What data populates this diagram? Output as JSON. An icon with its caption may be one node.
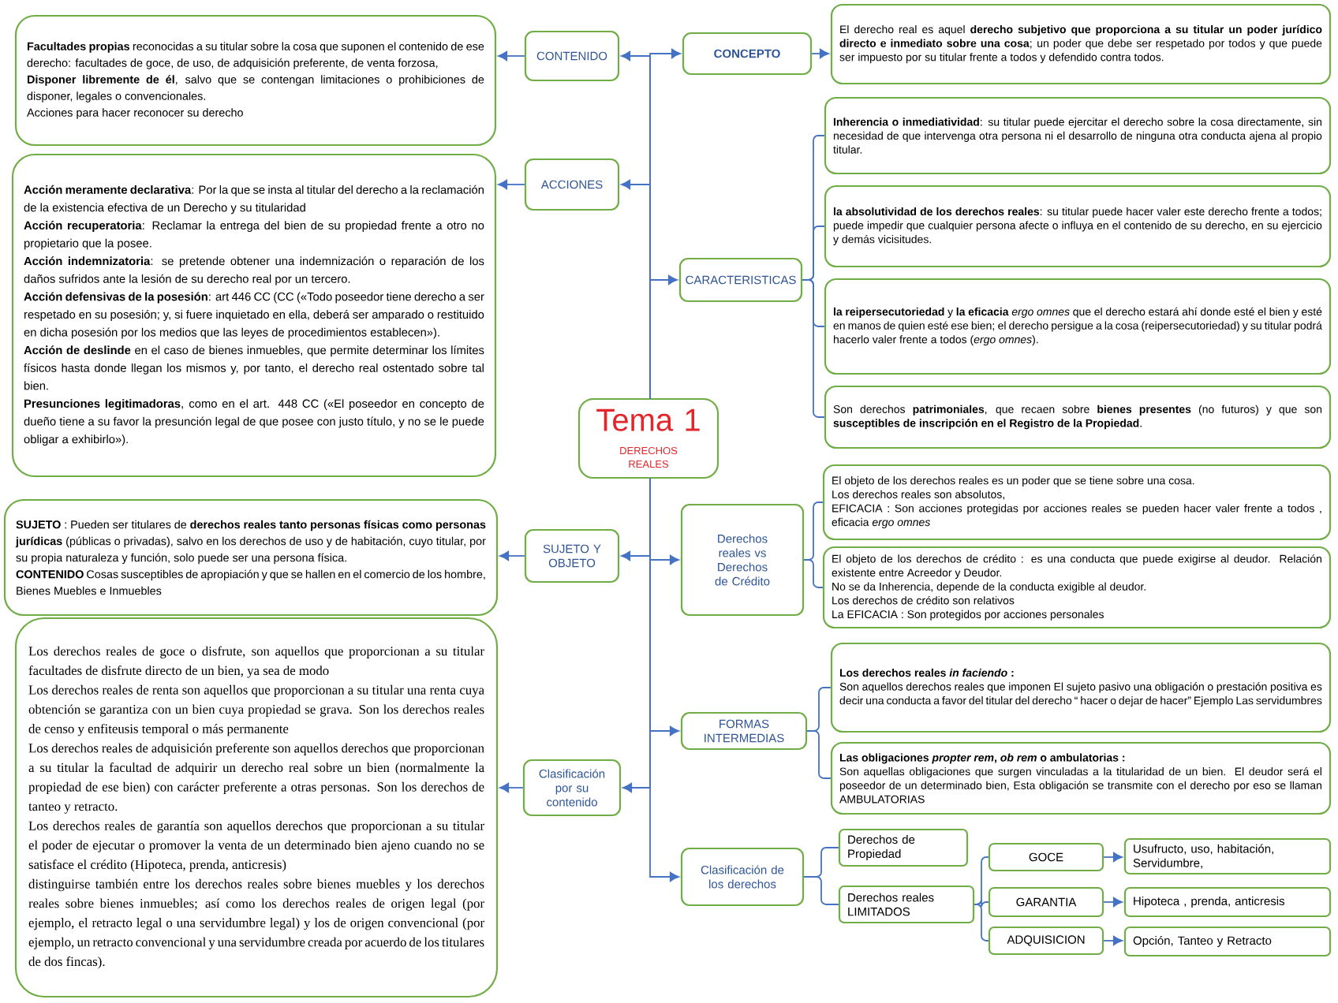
{
  "diagram": {
    "nodes": [
      {
        "text": [
          "Tema 1",
          "DERECHOS REALES"
        ]
      },
      {
        "text": [
          "CONTENIDO"
        ]
      },
      {
        "text": [
          "**Facultades propias** reconocidas a su titular sobre la cosa que suponen el contenido de ese derecho: facultades de goce, de uso, de adquisición preferente, de venta forzosa,",
          "**Disponer libremente de él**, salvo que se contengan limitaciones o prohibiciones de disponer, legales o convencionales.",
          "Acciones para hacer reconocer su derecho"
        ]
      },
      {
        "text": [
          "CONCEPTO"
        ]
      },
      {
        "text": [
          "El derecho real es aquel **derecho subjetivo que proporciona a su titular un poder jurídico directo e inmediato sobre una cosa**; un poder que debe ser respetado por todos y que puede ser impuesto por su titular frente a todos y defendido contra todos."
        ]
      },
      {
        "text": [
          "ACCIONES"
        ]
      },
      {
        "text": [
          "**Acción meramente declarativa**: Por la que se insta al titular del derecho a la reclamación de la existencia efectiva de un Derecho y su titularidad",
          "**Acción recuperatoria**: Reclamar la entrega del bien de su propiedad frente a otro no propietario que la posee.",
          "**Acción indemnizatoria**: se pretende obtener una indemnización o reparación de los daños sufridos ante la lesión de su derecho real por un tercero.",
          "**Acción defensivas de la posesión**: art 446 CC (CC («Todo poseedor tiene derecho a ser respetado en su posesión; y, si fuere inquietado en ella, deberá ser amparado o restituido en dicha posesión por los medios que las leyes de procedimientos establecen»).",
          "**Acción de deslinde** en el caso de bienes inmuebles, que permite determinar los límites físicos hasta donde llegan los mismos y, por tanto, el derecho real ostentado sobre tal bien.",
          "**Presunciones legitimadoras**, como en el art. 448 CC («El poseedor en concepto de dueño tiene a su favor la presunción legal de que posee con justo título, y no se le puede obligar a exhibirlo»)."
        ]
      },
      {
        "text": [
          "CARACTERISTICAS"
        ]
      },
      {
        "text": [
          "**Inherencia o inmediatividad**: su titular puede ejercitar el derecho sobre la cosa directamente, sin necesidad de que intervenga otra persona ni el desarrollo de ninguna otra conducta ajena al propio titular."
        ]
      },
      {
        "text": [
          "**la absolutividad de los derechos reales**: su titular puede hacer valer este derecho frente a todos; puede impedir que cualquier persona afecte o influya en el contenido de su derecho, en su ejercicio y demás vicisitudes."
        ]
      },
      {
        "text": [
          "**la reipersecutoriedad** y **la eficacia** *ergo omnes* que el derecho estará ahí donde esté el bien y esté en manos de quien esté ese bien; el derecho persigue a la cosa (reipersecutoriedad) y su titular podrá hacerlo valer frente a todos (*ergo omnes*)."
        ]
      },
      {
        "text": [
          "Son derechos **patrimoniales**, que recaen sobre **bienes presentes** (no futuros) y que son **susceptibles de inscripción en el Registro de la Propiedad**."
        ]
      },
      {
        "text": [
          "SUJETO Y OBJETO"
        ]
      },
      {
        "text": [
          "**SUJETO** : Pueden ser titulares de **derechos reales tanto personas físicas como personas jurídicas** (públicas o privadas), salvo en los derechos de uso y de habitación, cuyo titular, por su propia naturaleza y función, solo puede ser una persona física.",
          "**CONTENIDO** Cosas susceptibles de apropiación y que se hallen en el comercio de los hombre, Bienes Muebles e Inmuebles"
        ]
      },
      {
        "text": [
          "Derechos reales vs Derechos de Crédito"
        ]
      },
      {
        "text": [
          "El objeto de los derechos reales es un poder que se tiene sobre una cosa.",
          "Los derechos reales son absolutos,",
          "EFICACIA : Son acciones protegidas por acciones reales se pueden hacer valer frente a todos , eficacia *ergo omnes*"
        ]
      },
      {
        "text": [
          "El objeto de los derechos de crédito : es una conducta que puede exigirse al deudor. Relación existente entre Acreedor y Deudor.",
          "No se da Inherencia, depende de la conducta exigible al deudor.",
          "Los derechos de crédito son relativos",
          "La EFICACIA : Son protegidos por acciones personales"
        ]
      },
      {
        "text": [
          "FORMAS INTERMEDIAS"
        ]
      },
      {
        "text": [
          "Los derechos reales *in faciendo* :",
          "Son aquellos derechos reales que imponen El sujeto pasivo una obligación o prestación positiva es decir una conducta a favor del titular del derecho “ hacer o dejar de hacer” Ejemplo Las servidumbres"
        ]
      },
      {
        "text": [
          "Las obligaciones *propter rem*, *ob rem* o ambulatorias :",
          "Son aquellas obligaciones que surgen vinculadas a la titularidad de un bien. El deudor será el poseedor de un determinado bien, Esta obligación se transmite con el derecho por eso se llaman AMBULATORIAS"
        ]
      },
      {
        "text": [
          "Clasificación por su contenido"
        ]
      },
      {
        "text": [
          "Los derechos reales de goce o disfrute, son aquellos que proporcionan a su titular facultades de disfrute directo de un bien, ya sea de modo",
          "Los derechos reales de renta son aquellos que proporcionan a su titular una renta cuya obtención se garantiza con un bien cuya propiedad se grava. Son los derechos reales de censo y enfiteusis temporal o más permanente",
          "Los derechos reales de adquisición preferente son aquellos derechos que proporcionan a su titular la facultad de adquirir un derecho real sobre un bien (normalmente la propiedad de ese bien) con carácter preferente a otras personas. Son los derechos de tanteo y retracto.",
          "Los derechos reales de garantía son aquellos derechos que proporcionan a su titular el poder de ejecutar o promover la venta de un determinado bien ajeno cuando no se satisface el crédito (Hipoteca, prenda, anticresis)",
          "distinguirse también entre los derechos reales sobre bienes muebles y los derechos reales sobre bienes inmuebles; así como los derechos reales de origen legal (por ejemplo, el retracto legal o una servidumbre legal) y los de origen convencional (por ejemplo, un retracto convencional y una servidumbre creada por acuerdo de los titulares de dos fincas)."
        ]
      },
      {
        "text": [
          "Clasificación de los derechos"
        ]
      },
      {
        "text": [
          "Derechos de Propiedad"
        ]
      },
      {
        "text": [
          "Derechos reales LIMITADOS"
        ]
      },
      {
        "text": [
          "GOCE"
        ]
      },
      {
        "text": [
          "Usufructo, uso, habitación, Servidumbre,"
        ]
      },
      {
        "text": [
          "GARANTIA"
        ]
      },
      {
        "text": [
          "Hipoteca , prenda, anticresis"
        ]
      },
      {
        "text": [
          "ADQUISICION"
        ]
      },
      {
        "text": [
          "Opción, Tanteo y Retracto"
        ]
      }
    ],
    "edges": [
      {
        "from": 0,
        "to": 1,
        "arrow": "to"
      },
      {
        "from": 0,
        "to": 3,
        "arrow": "to"
      },
      {
        "from": 0,
        "to": 5,
        "arrow": "to"
      },
      {
        "from": 0,
        "to": 7,
        "arrow": "to"
      },
      {
        "from": 0,
        "to": 12,
        "arrow": "to"
      },
      {
        "from": 0,
        "to": 14,
        "arrow": "to"
      },
      {
        "from": 0,
        "to": 17,
        "arrow": "to"
      },
      {
        "from": 0,
        "to": 20,
        "arrow": "to"
      },
      {
        "from": 0,
        "to": 22,
        "arrow": "to"
      },
      {
        "from": 1,
        "to": 2,
        "arrow": "to"
      },
      {
        "from": 3,
        "to": 4,
        "arrow": "to"
      },
      {
        "from": 5,
        "to": 6,
        "arrow": "to"
      },
      {
        "from": 7,
        "to": 8,
        "arrow": "none"
      },
      {
        "from": 7,
        "to": 9,
        "arrow": "none"
      },
      {
        "from": 7,
        "to": 10,
        "arrow": "none"
      },
      {
        "from": 7,
        "to": 11,
        "arrow": "none"
      },
      {
        "from": 12,
        "to": 13,
        "arrow": "to"
      },
      {
        "from": 14,
        "to": 15,
        "arrow": "none"
      },
      {
        "from": 14,
        "to": 16,
        "arrow": "none"
      },
      {
        "from": 17,
        "to": 18,
        "arrow": "none"
      },
      {
        "from": 17,
        "to": 19,
        "arrow": "none"
      },
      {
        "from": 20,
        "to": 21,
        "arrow": "to"
      },
      {
        "from": 22,
        "to": 23,
        "arrow": "none"
      },
      {
        "from": 22,
        "to": 24,
        "arrow": "none"
      },
      {
        "from": 24,
        "to": 25,
        "arrow": "none"
      },
      {
        "from": 24,
        "to": 27,
        "arrow": "none"
      },
      {
        "from": 24,
        "to": 29,
        "arrow": "none"
      },
      {
        "from": 25,
        "to": 26,
        "arrow": "to"
      },
      {
        "from": 27,
        "to": 28,
        "arrow": "to"
      },
      {
        "from": 29,
        "to": 30,
        "arrow": "to"
      }
    ]
  }
}
